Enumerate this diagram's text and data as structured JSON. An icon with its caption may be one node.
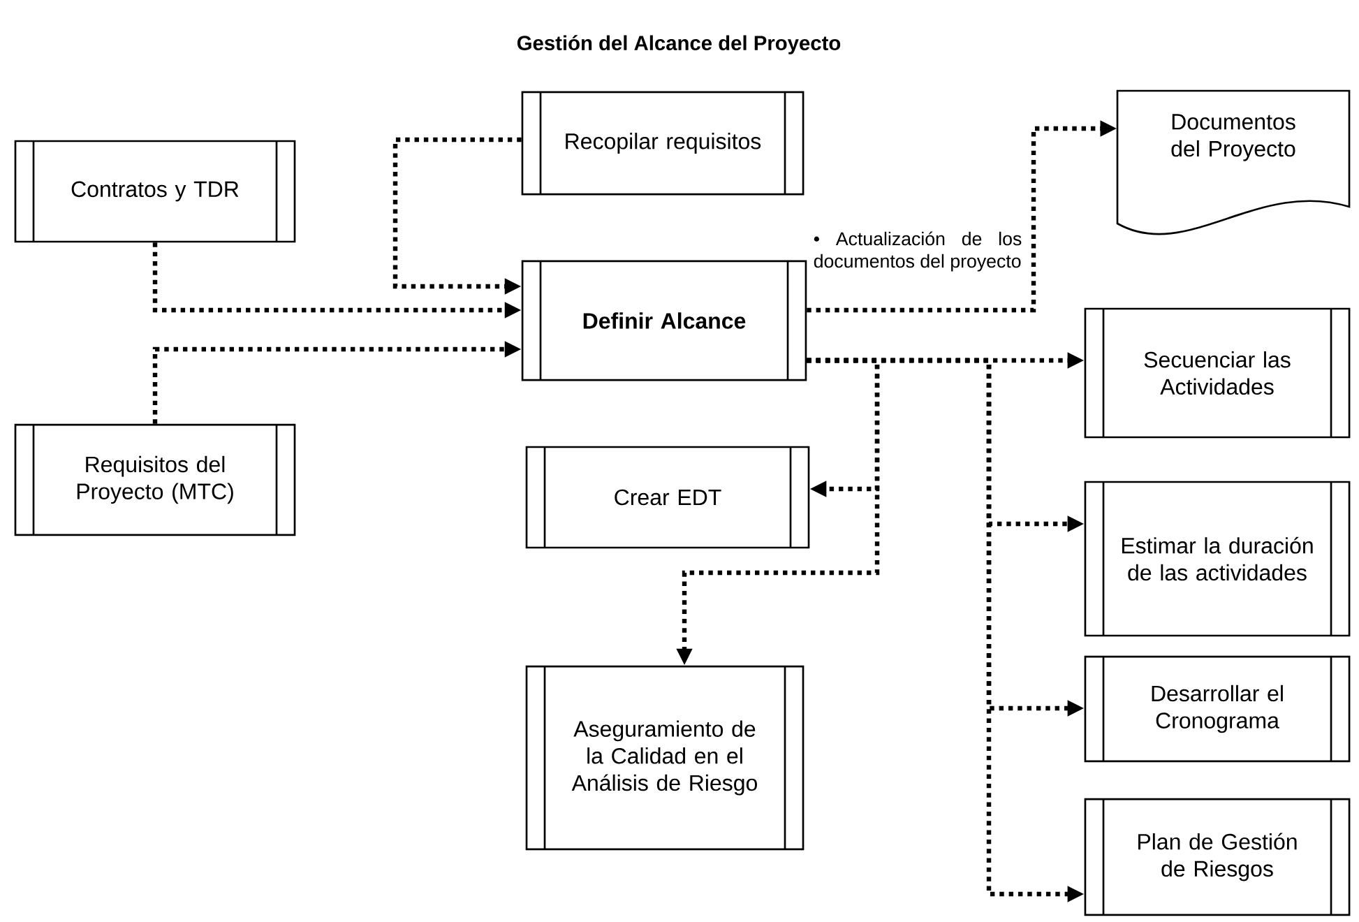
{
  "diagram": {
    "title": "Gestión del Alcance del Proyecto",
    "nodes": [
      {
        "text": [
          "Contratos y TDR"
        ]
      },
      {
        "text": [
          "Requisitos del Proyecto (MTC)"
        ]
      },
      {
        "text": [
          "Recopilar requisitos"
        ]
      },
      {
        "text": [
          "Definir Alcance"
        ]
      },
      {
        "text": [
          "Documentos del Proyecto"
        ]
      },
      {
        "text": [
          "Secuenciar las Actividades"
        ]
      },
      {
        "text": [
          "Crear EDT"
        ]
      },
      {
        "text": [
          "Estimar la duración de las actividades"
        ]
      },
      {
        "text": [
          "Desarrollar el Cronograma"
        ]
      },
      {
        "text": [
          "Plan de Gestión de Riesgos"
        ]
      },
      {
        "text": [
          "Aseguramiento de la Calidad en el Análisis de Riesgo"
        ]
      }
    ],
    "edges": [
      {
        "from": 0,
        "to": 3,
        "arrow": "to"
      },
      {
        "from": 1,
        "to": 3,
        "arrow": "to"
      },
      {
        "from": 2,
        "to": 3,
        "arrow": "to"
      },
      {
        "from": 3,
        "to": 4,
        "arrow": "to",
        "label": "• Actualización de los documentos del proyecto"
      },
      {
        "from": 3,
        "to": 5,
        "arrow": "to"
      },
      {
        "from": 3,
        "to": 6,
        "arrow": "to"
      },
      {
        "from": 3,
        "to": 10,
        "arrow": "to"
      },
      {
        "from": 3,
        "to": 7,
        "arrow": "to"
      },
      {
        "from": 3,
        "to": 8,
        "arrow": "to"
      },
      {
        "from": 3,
        "to": 9,
        "arrow": "to"
      }
    ]
  }
}
